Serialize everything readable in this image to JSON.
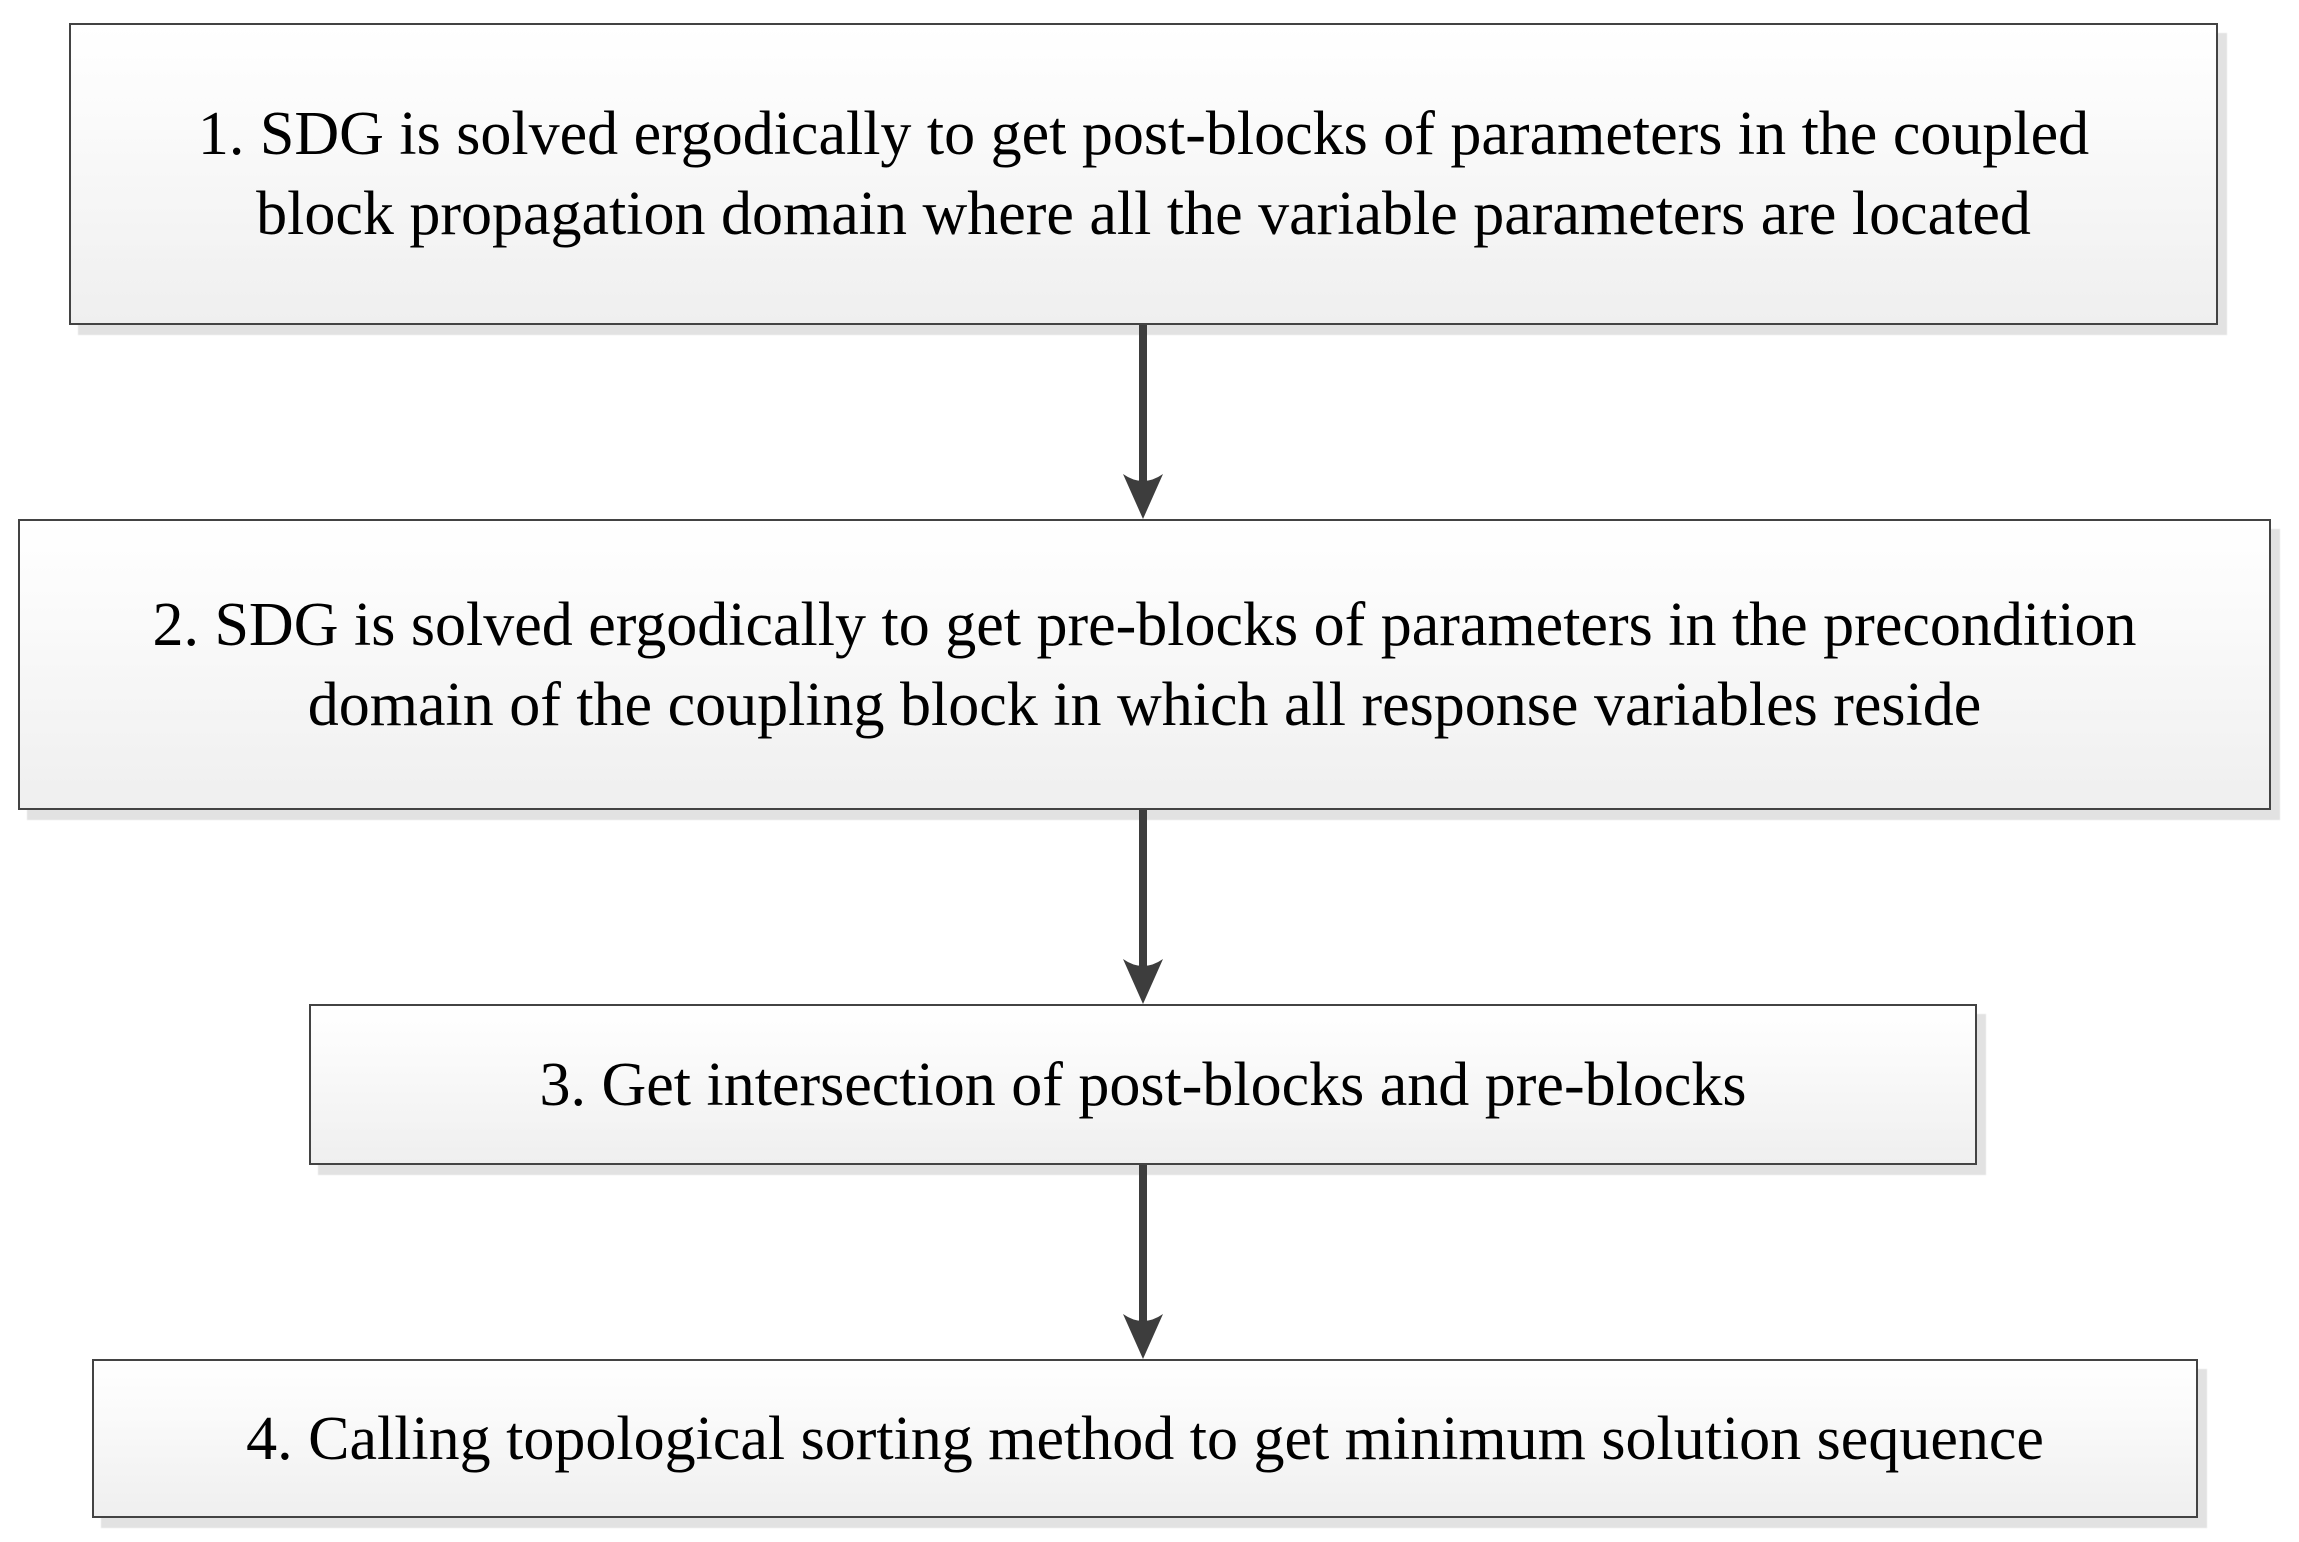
{
  "diagram": {
    "type": "flowchart",
    "direction": "top-down",
    "steps": [
      {
        "id": 1,
        "lines": [
          "1. SDG is solved ergodically to get post-blocks of parameters in the coupled",
          "block propagation domain where all the variable parameters are located"
        ],
        "full_text": "1. SDG is solved ergodically to get post-blocks of parameters in the coupled block propagation domain where all the variable parameters are located"
      },
      {
        "id": 2,
        "lines": [
          "2. SDG is solved ergodically to get pre-blocks of parameters in the precondition",
          "domain of the coupling block in which all response variables reside"
        ],
        "full_text": "2. SDG is solved ergodically to get pre-blocks of parameters in the precondition domain of the coupling block in which all response variables reside"
      },
      {
        "id": 3,
        "lines": [
          "3. Get intersection of post-blocks and pre-blocks"
        ],
        "full_text": "3. Get intersection of post-blocks and pre-blocks"
      },
      {
        "id": 4,
        "lines": [
          "4. Calling topological sorting method to get minimum solution sequence"
        ],
        "full_text": "4. Calling topological sorting method to get minimum solution sequence"
      }
    ],
    "connections": [
      {
        "from": 1,
        "to": 2
      },
      {
        "from": 2,
        "to": 3
      },
      {
        "from": 3,
        "to": 4
      }
    ],
    "colors": {
      "box_border": "#434343",
      "box_fill_top": "#ffffff",
      "box_fill_bottom": "#efefef",
      "box_shadow": "#e2e2e2",
      "arrow": "#3d3d3d",
      "text": "#000000",
      "page_background": "#ffffff"
    }
  }
}
